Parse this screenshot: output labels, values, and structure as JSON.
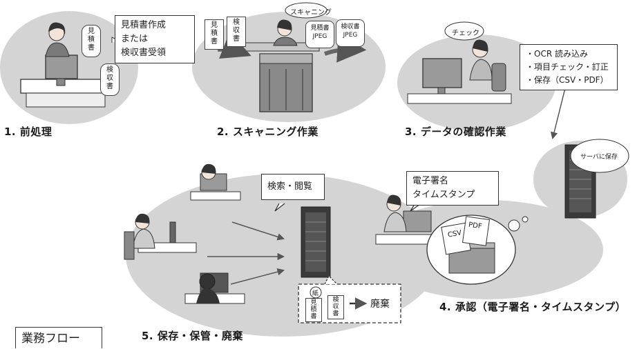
{
  "stages": [
    {
      "label": "1. 前処理"
    },
    {
      "label": "2. スキャニング作業"
    },
    {
      "label": "3. データの確認作業"
    },
    {
      "label": "4. 承認（電子署名・タイムスタンプ）"
    },
    {
      "label": "5. 保存・保管・廃棄"
    }
  ],
  "stage1": {
    "note_lines": [
      "見積書作成",
      "または",
      "検収書受領"
    ],
    "doc_mitsumori": [
      "見",
      "積",
      "書"
    ],
    "doc_kenshu": [
      "検",
      "収",
      "書"
    ]
  },
  "stage2": {
    "bubble": "スキャニング",
    "doc_mitsumori": [
      "見",
      "積",
      "書"
    ],
    "doc_kenshu": [
      "検",
      "収",
      "書"
    ],
    "jpeg_mitsumori": [
      "見積書",
      "JPEG"
    ],
    "jpeg_kenshu": [
      "検収書",
      "JPEG"
    ]
  },
  "stage3": {
    "bubble": "チェック",
    "list": [
      "・OCR 読み込み",
      "・項目チェック・訂正",
      "・保存（CSV・PDF）"
    ]
  },
  "server_bubble": "サーバに保存",
  "stage4": {
    "note_lines": [
      "電子署名",
      "タイムスタンプ"
    ],
    "folder_csv": "CSV",
    "folder_pdf": "PDF"
  },
  "stage5": {
    "note": "検索・閲覧",
    "paper_label": "紙",
    "doc_mitsumori": [
      "見",
      "積",
      "書"
    ],
    "doc_kenshu": [
      "検",
      "収",
      "書"
    ],
    "dispose": "廃棄"
  },
  "flow_title": "業務フロー"
}
